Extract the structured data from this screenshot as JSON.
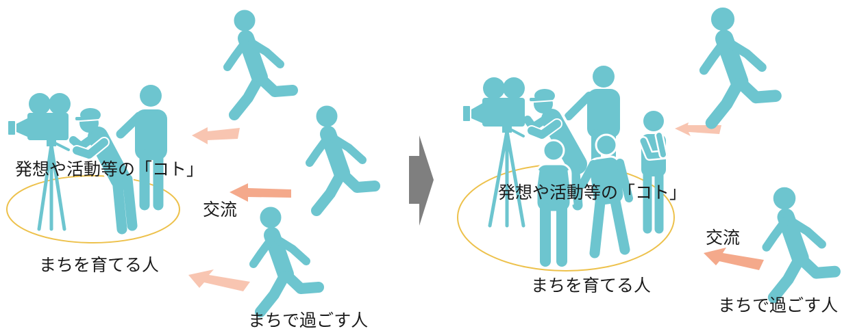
{
  "colors": {
    "figure": "#6DC5CF",
    "ellipse": "#EDC14B",
    "arrow": "#F4A98B",
    "arrow_faint": "#F8C5B1",
    "transition_arrow": "#7F7F7F",
    "text": "#1A1A1A",
    "background": "#FFFFFF"
  },
  "before": {
    "idea_label": "発想や活動等の「コト」",
    "exchange_label": "交流",
    "builders_label": "まちを育てる人",
    "visitors_label": "まちで過ごす人"
  },
  "after": {
    "idea_label": "発想や活動等の「コト」",
    "exchange_label": "交流",
    "builders_label": "まちを育てる人",
    "visitors_label": "まちで過ごす人"
  },
  "icons": {
    "camera": "video-camera-icon",
    "tripod": "tripod-icon",
    "person": "person-icon",
    "runner": "running-person-icon",
    "flow_arrow": "left-arrow-icon",
    "transition": "right-arrow-icon"
  }
}
